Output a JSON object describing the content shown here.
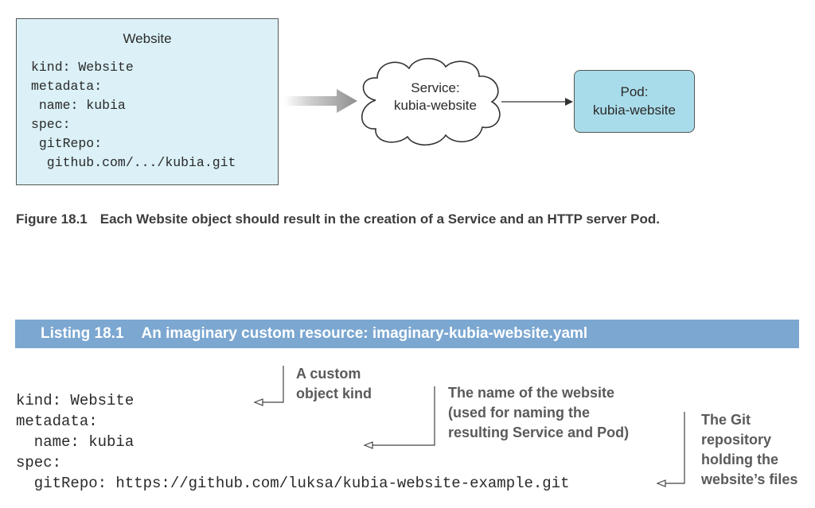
{
  "figure": {
    "website_box": {
      "title": "Website",
      "code_lines": [
        "kind: Website",
        "metadata:",
        " name: kubia",
        "spec:",
        " gitRepo:",
        "  github.com/.../kubia.git"
      ]
    },
    "service_cloud": {
      "line1": "Service:",
      "line2": "kubia-website"
    },
    "pod_box": {
      "line1": "Pod:",
      "line2": "kubia-website"
    },
    "caption": {
      "label": "Figure 18.1",
      "text": "Each Website object should result in the creation of a Service and an HTTP server Pod."
    },
    "colors": {
      "website_box_fill": "#dbf1f7",
      "pod_box_fill": "#a9dcea",
      "listing_bar_fill": "#7ba7d1"
    }
  },
  "listing": {
    "label": "Listing 18.1",
    "title": "An imaginary custom resource: imaginary-kubia-website.yaml",
    "code_lines": [
      "kind: Website",
      "metadata:",
      "  name: kubia",
      "spec:",
      "  gitRepo: https://github.com/luksa/kubia-website-example.git"
    ],
    "annotations": {
      "custom_kind": [
        "A custom",
        "object kind"
      ],
      "website_name": [
        "The name of the website",
        "(used for naming the",
        "resulting Service and Pod)"
      ],
      "git_repo": [
        "The Git",
        "repository",
        "holding the",
        "website’s files"
      ]
    }
  }
}
